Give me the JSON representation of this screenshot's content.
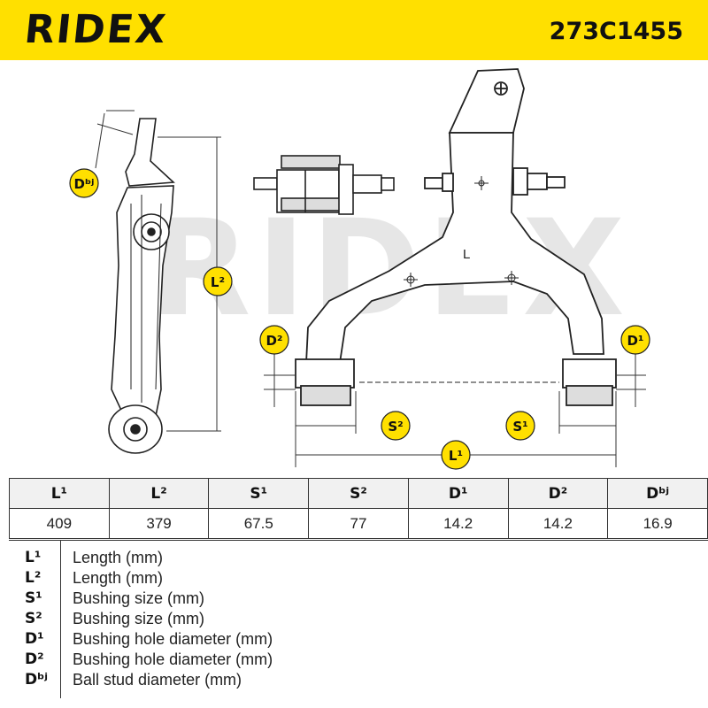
{
  "header": {
    "brand": "RIDEX",
    "part_number": "273C1455",
    "background_color": "#ffe000"
  },
  "drawing": {
    "watermark": "RIDEX",
    "badges": {
      "dbj": "Dᵇʲ",
      "l2": "L²",
      "d2": "D²",
      "d1": "D¹",
      "s2": "S²",
      "s1": "S¹",
      "l1": "L¹"
    },
    "center_label": "L",
    "badge_color": "#ffe000"
  },
  "table": {
    "headers": [
      "L¹",
      "L²",
      "S¹",
      "S²",
      "D¹",
      "D²",
      "Dᵇʲ"
    ],
    "values": [
      "409",
      "379",
      "67.5",
      "77",
      "14.2",
      "14.2",
      "16.9"
    ]
  },
  "legend": [
    {
      "symbol": "L¹",
      "description": "Length (mm)"
    },
    {
      "symbol": "L²",
      "description": "Length (mm)"
    },
    {
      "symbol": "S¹",
      "description": "Bushing size (mm)"
    },
    {
      "symbol": "S²",
      "description": "Bushing size (mm)"
    },
    {
      "symbol": "D¹",
      "description": "Bushing hole diameter (mm)"
    },
    {
      "symbol": "D²",
      "description": "Bushing hole diameter (mm)"
    },
    {
      "symbol": "Dᵇʲ",
      "description": "Ball stud diameter (mm)"
    }
  ]
}
